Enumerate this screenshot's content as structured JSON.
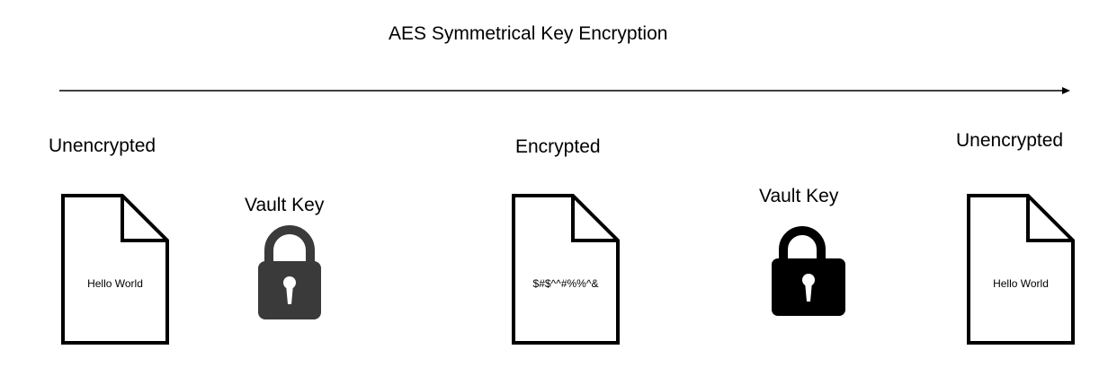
{
  "diagram": {
    "title": "AES Symmetrical Key Encryption",
    "stages": [
      {
        "label": "Unencrypted",
        "content": "Hello World"
      },
      {
        "label": "Encrypted",
        "content": "$#$^^#%%^&"
      },
      {
        "label": "Unencrypted",
        "content": "Hello World"
      }
    ],
    "keys": [
      {
        "label": "Vault Key",
        "icon": "locked-padlock-icon",
        "color": "#3a3a3a"
      },
      {
        "label": "Vault Key",
        "icon": "unlocked-padlock-icon",
        "color": "#000000"
      }
    ]
  }
}
